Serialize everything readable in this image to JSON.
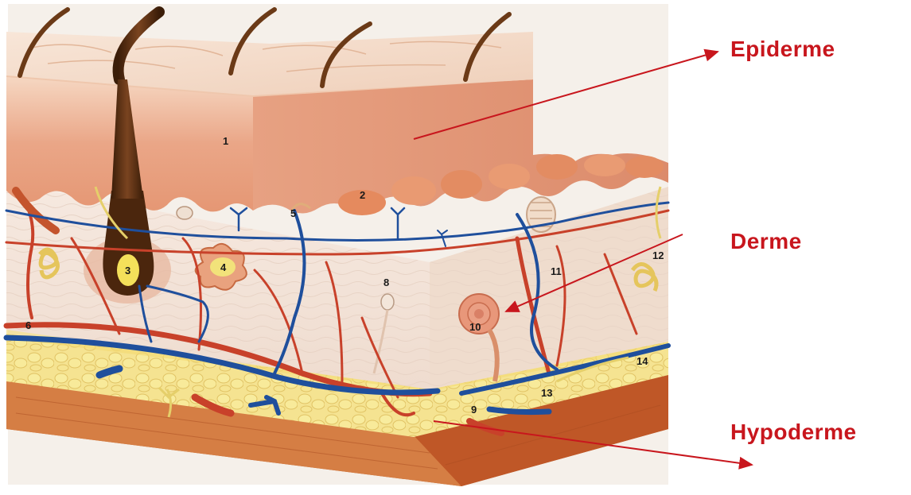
{
  "labels": {
    "epiderme": "Epiderme",
    "derme": "Derme",
    "hypoderme": "Hypoderme"
  },
  "numbers": [
    "1",
    "2",
    "3",
    "4",
    "5",
    "6",
    "8",
    "9",
    "10",
    "11",
    "12",
    "13",
    "14"
  ],
  "colors": {
    "label_red": "#c8161d",
    "epidermis": "#e9a585",
    "dermis": "#f3e3d6",
    "hypodermis_fat": "#f3e08a",
    "muscle": "#d4703a",
    "artery": "#c8412a",
    "vein": "#1f4f9c",
    "hair": "#5a2f10"
  }
}
